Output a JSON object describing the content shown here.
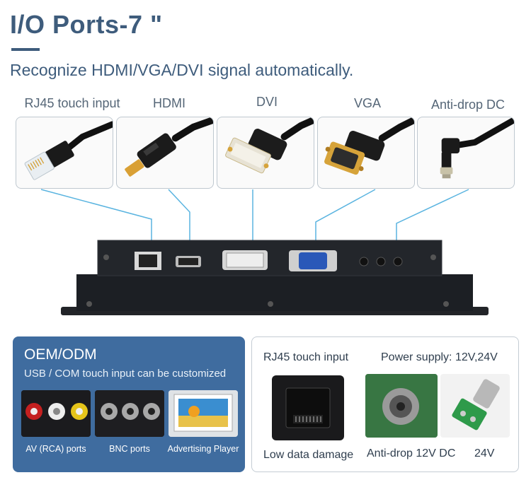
{
  "header": {
    "title": "I/O Ports-7 \"",
    "subtitle": "Recognize  HDMI/VGA/DVI signal automatically."
  },
  "ports": [
    {
      "label": "RJ45 touch input",
      "icon": "rj45-cable-icon"
    },
    {
      "label": "HDMI",
      "icon": "hdmi-cable-icon"
    },
    {
      "label": "DVI",
      "icon": "dvi-cable-icon"
    },
    {
      "label": "VGA",
      "icon": "vga-cable-icon"
    },
    {
      "label": "Anti-drop DC",
      "icon": "dc-cable-icon"
    }
  ],
  "oem": {
    "title": "OEM/ODM",
    "subtitle": "USB / COM touch input can be customized",
    "options": [
      {
        "label": "AV (RCA) ports",
        "icon": "rca-ports-icon"
      },
      {
        "label": "BNC ports",
        "icon": "bnc-ports-icon"
      },
      {
        "label": "Advertising Player",
        "icon": "advertising-player-icon"
      }
    ]
  },
  "details": {
    "rj45_title": "RJ45 touch input",
    "power_title": "Power supply: 12V,24V",
    "rj45_caption": "Low data damage",
    "dc_caption": "Anti-drop 12V DC",
    "v24_caption": "24V"
  },
  "colors": {
    "accent": "#3e5c7c",
    "panel_blue": "#3f6c9f",
    "connector_line": "#5ab4e0",
    "device_body": "#1c1f24"
  }
}
